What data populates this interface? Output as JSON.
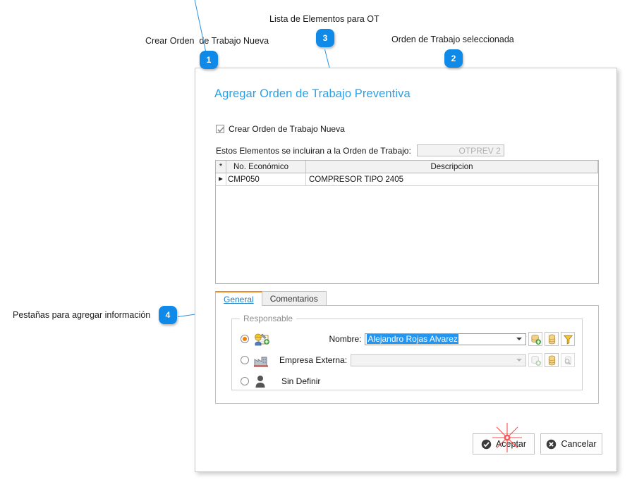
{
  "annotations": [
    {
      "n": "1",
      "label": "Crear Orden  de Trabajo Nueva"
    },
    {
      "n": "2",
      "label": "Orden de Trabajo seleccionada"
    },
    {
      "n": "3",
      "label": "Lista de Elementos para OT"
    },
    {
      "n": "4",
      "label": "Pestañas para agregar información"
    }
  ],
  "dialog": {
    "title": "Agregar Orden de Trabajo Preventiva",
    "checkbox": {
      "label": "Crear Orden de Trabajo Nueva",
      "checked": true
    },
    "ot_row": {
      "label": "Estos Elementos se incluiran a la Orden de Trabajo:",
      "value": "OTPREV 2"
    },
    "grid": {
      "columns": [
        "*",
        "No. Económico",
        "Descripcion"
      ],
      "rows": [
        {
          "indicator": "▸",
          "economico": "CMP050",
          "descripcion": "COMPRESOR TIPO 2405"
        }
      ]
    },
    "tabs": [
      {
        "label": "General",
        "active": true
      },
      {
        "label": "Comentarios",
        "active": false
      }
    ],
    "fieldset": {
      "legend": "Responsable",
      "options": [
        {
          "icon": "worker-icon",
          "label": "",
          "selected": true
        },
        {
          "icon": "factory-icon",
          "label": "",
          "selected": false
        },
        {
          "icon": "person-icon",
          "label": "Sin Definir",
          "selected": false
        }
      ],
      "nombre": {
        "label": "Nombre:",
        "value": "Alejandro Rojas Alvarez",
        "selected": true
      },
      "empresa": {
        "label": "Empresa Externa:",
        "value": "",
        "disabled": true
      },
      "nombre_buttons": [
        "db-add-icon",
        "db-icon",
        "filter-icon"
      ],
      "empresa_buttons": [
        "db-add-icon",
        "db-icon",
        "db-search-icon"
      ]
    },
    "footer": {
      "accept": "Aceptar",
      "cancel": "Cancelar"
    }
  },
  "colors": {
    "title_blue": "#2aa0e8",
    "badge_blue": "#0f8ae8",
    "tab_orange": "#ef8b22",
    "selection_blue": "#2196f3",
    "radio_orange": "#f08000"
  }
}
